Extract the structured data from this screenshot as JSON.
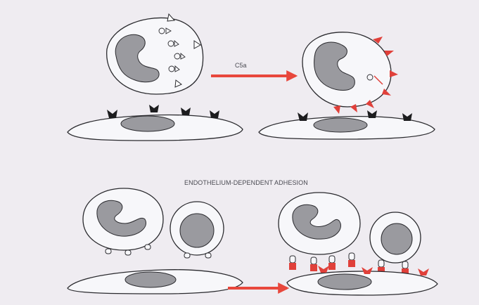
{
  "labels": {
    "c5a": "C5a",
    "section_title": "ENDOTHELIUM-DEPENDENT ADHESION"
  },
  "colors": {
    "background": "#efecf1",
    "cell_fill": "#f7f7fa",
    "outline": "#2a2a2e",
    "nucleus": "#9a9a9f",
    "arrow": "#e8473c",
    "receptor_active": "#e0403a",
    "receptor_dark": "#1c1c1e"
  },
  "panels": [
    {
      "name": "neutrophil-before-activation",
      "receptor": "hollow-triangle"
    },
    {
      "name": "neutrophil-after-c5a",
      "receptor": "red-triangle"
    },
    {
      "name": "resting-leukocytes",
      "receptor": "stalk"
    },
    {
      "name": "adhering-leukocytes",
      "receptor": "red-stalk-pair"
    }
  ]
}
